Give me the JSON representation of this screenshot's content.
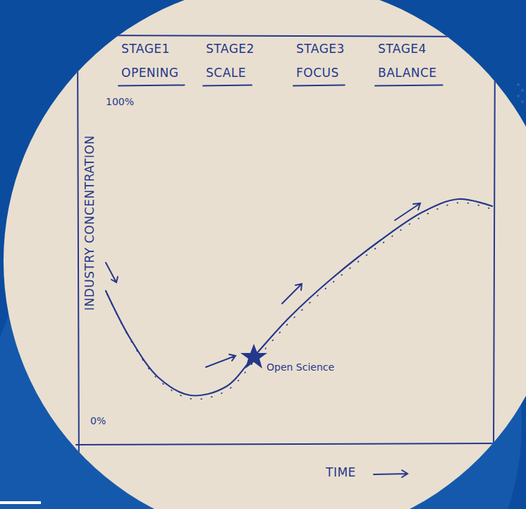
{
  "diagram": {
    "labels": [
      "STAGE1",
      "OPENING",
      "STAGE2",
      "SCALE",
      "STAGE3",
      "FOCUS",
      "STAGE4",
      "BALANCE",
      "100%",
      "INDUSTRY CONCENTRATION",
      "Open Science",
      "0%",
      "TIME"
    ]
  }
}
